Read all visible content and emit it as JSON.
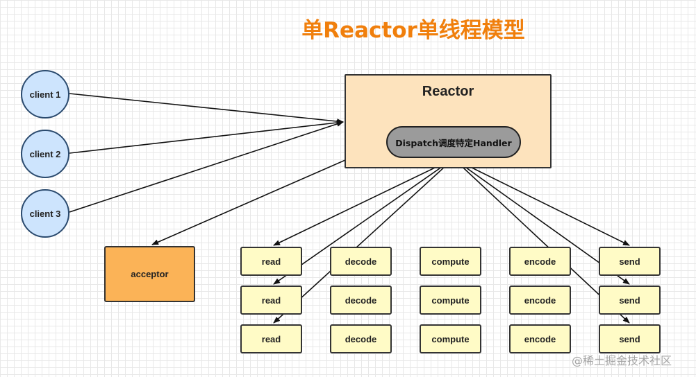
{
  "title": "单Reactor单线程模型",
  "clients": [
    "client 1",
    "client 2",
    "client 3"
  ],
  "reactor": {
    "title": "Reactor",
    "dispatch": "Dispatch调度特定Handler"
  },
  "acceptor": "acceptor",
  "tasks": {
    "read": "read",
    "decode": "decode",
    "compute": "compute",
    "encode": "encode",
    "send": "send"
  },
  "watermark": "@稀土掘金技术社区"
}
